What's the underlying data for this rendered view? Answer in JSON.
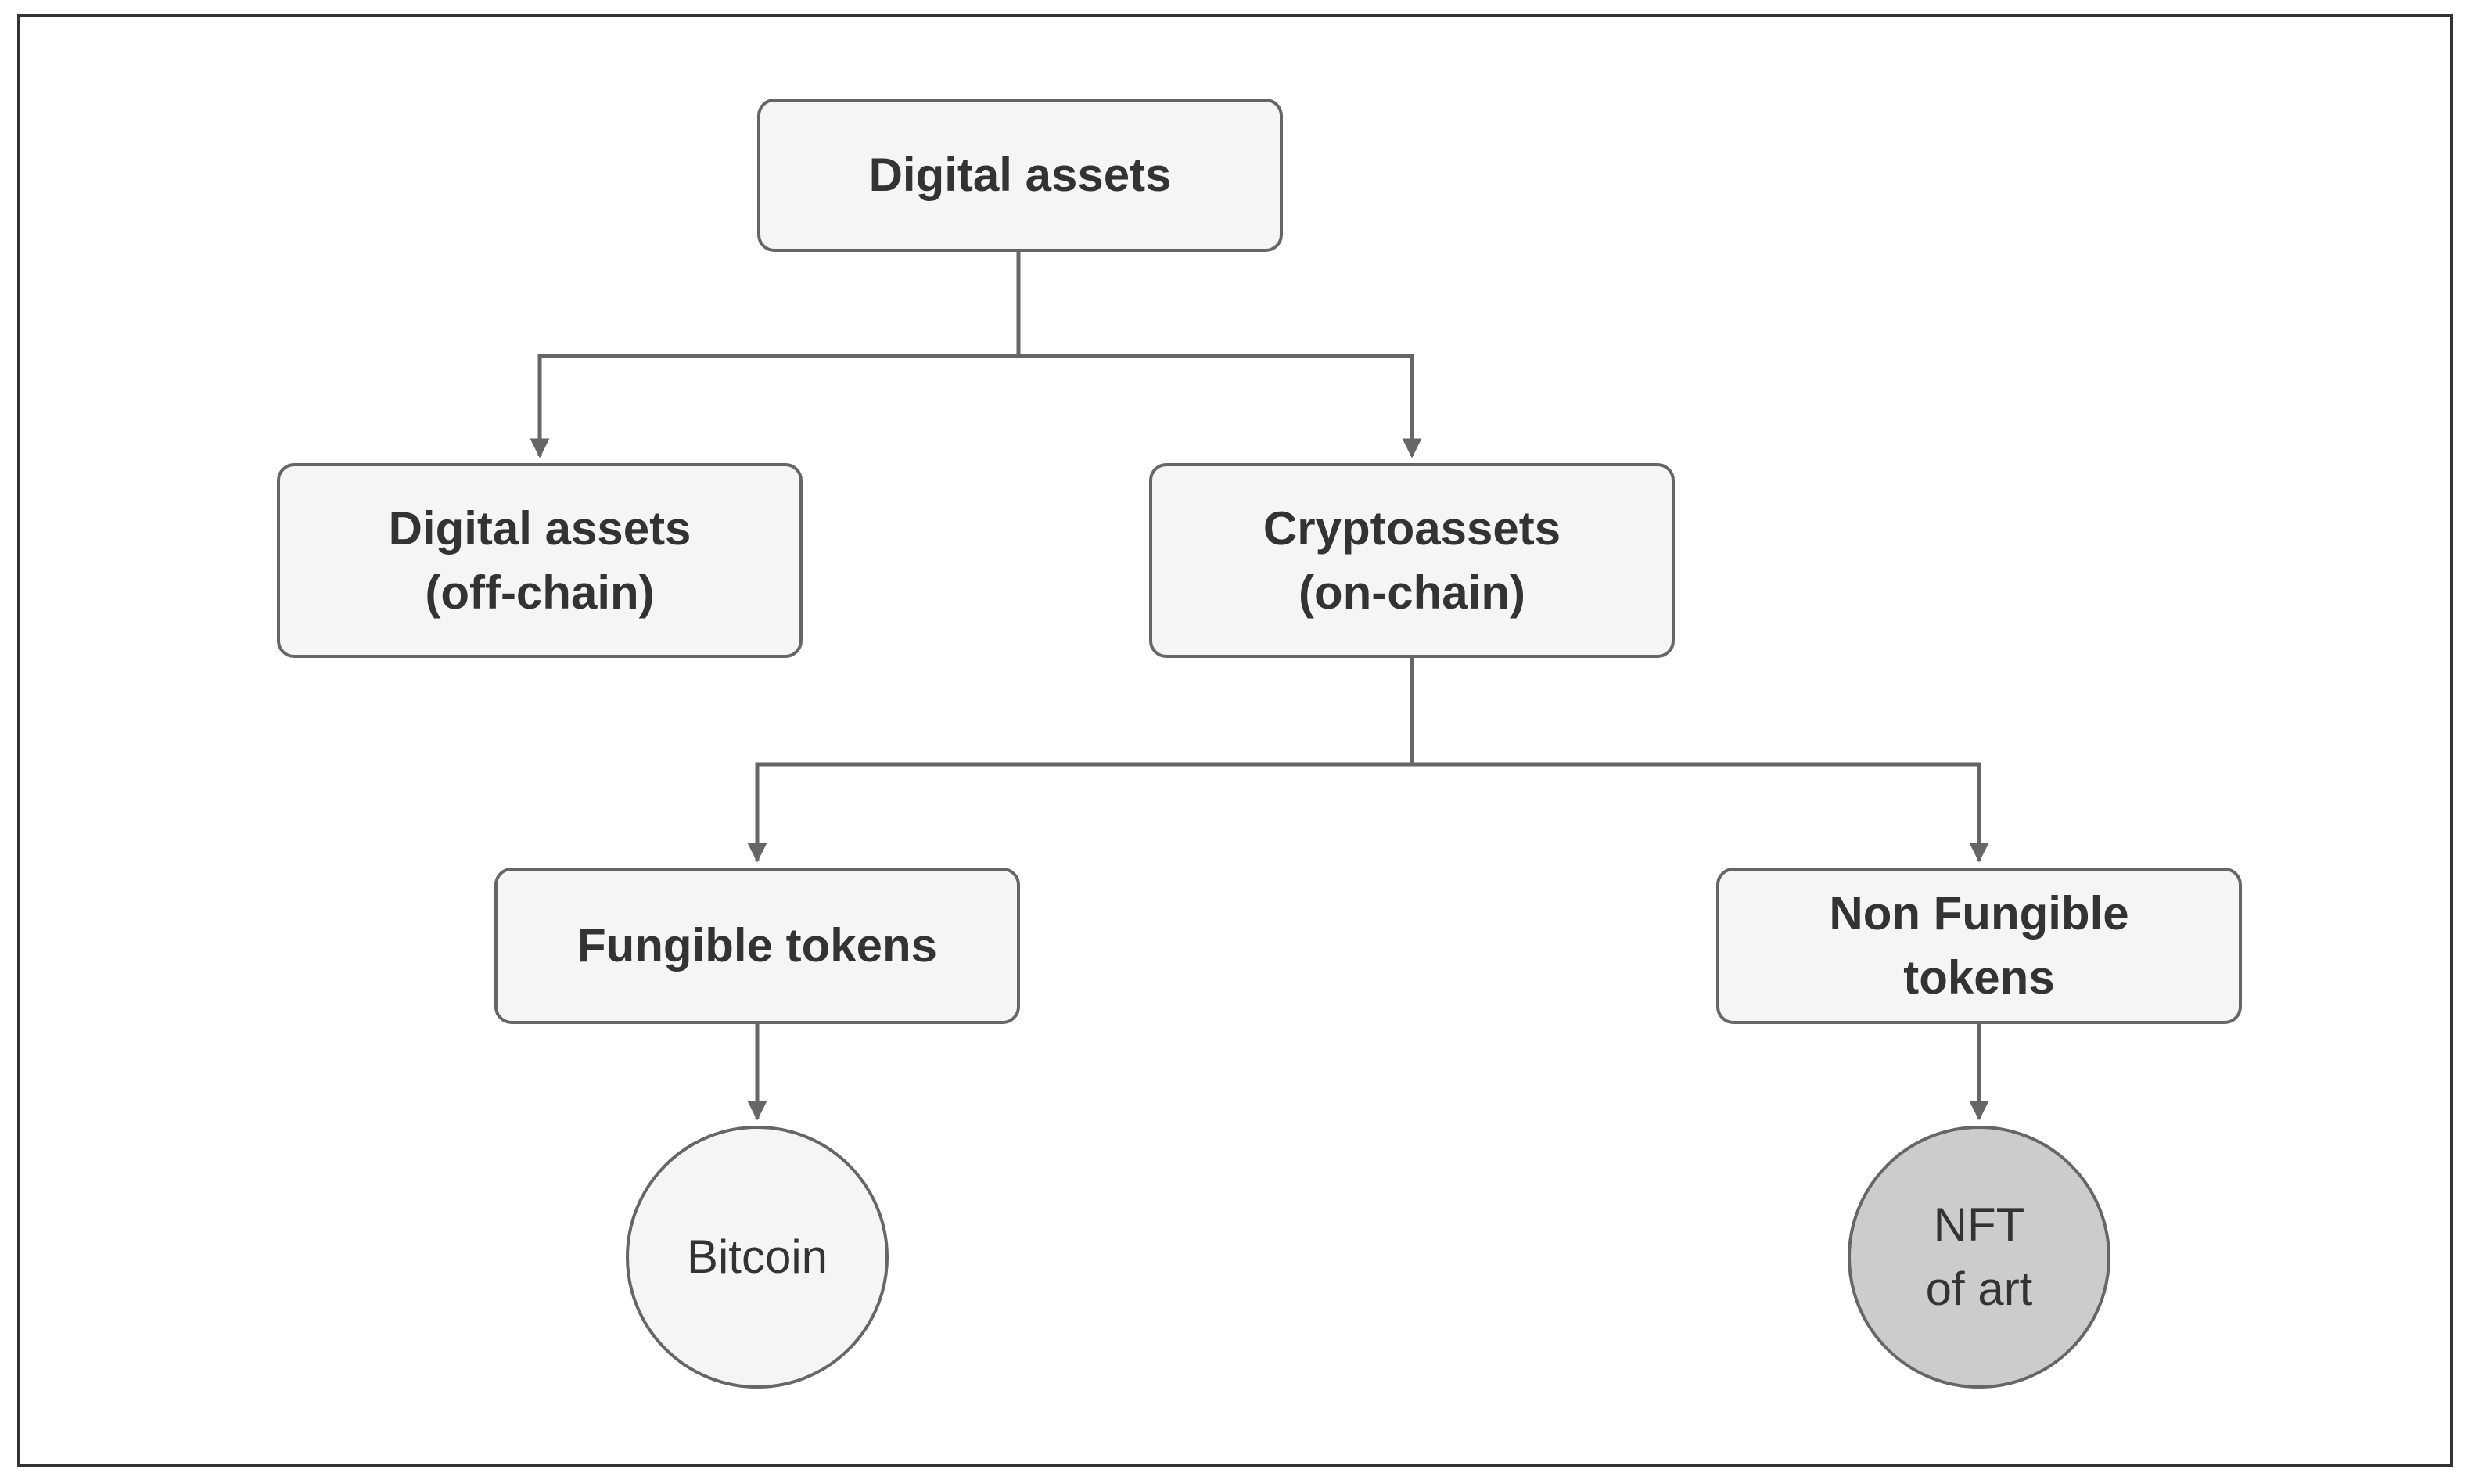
{
  "diagram": {
    "root": {
      "label": "Digital assets"
    },
    "off_chain": {
      "line1": "Digital assets",
      "line2": "(off-chain)"
    },
    "on_chain": {
      "line1": "Cryptoassets",
      "line2": "(on-chain)"
    },
    "fungible": {
      "label": "Fungible tokens"
    },
    "non_fungible": {
      "line1": "Non Fungible",
      "line2": "tokens"
    },
    "bitcoin": {
      "label": "Bitcoin",
      "fill": "#f5f5f5"
    },
    "nft": {
      "line1": "NFT",
      "line2": "of art",
      "fill": "#cccccc"
    },
    "colors": {
      "node_fill": "#f5f5f5",
      "node_stroke": "#666666",
      "text": "#333333",
      "connector": "#666666"
    }
  }
}
